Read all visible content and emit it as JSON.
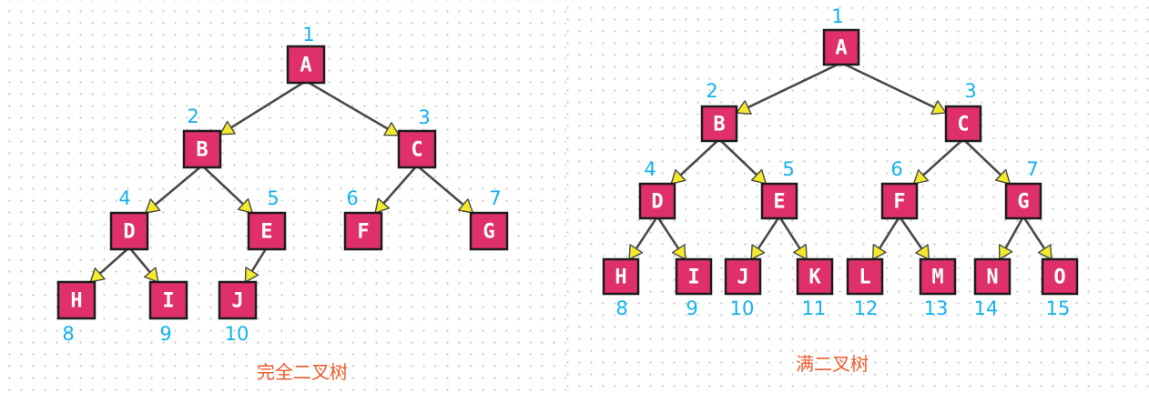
{
  "diagrams": [
    {
      "id": "complete",
      "caption": "完全二叉树",
      "nodes": [
        {
          "id": "A",
          "label": "A",
          "index": "1"
        },
        {
          "id": "B",
          "label": "B",
          "index": "2"
        },
        {
          "id": "C",
          "label": "C",
          "index": "3"
        },
        {
          "id": "D",
          "label": "D",
          "index": "4"
        },
        {
          "id": "E",
          "label": "E",
          "index": "5"
        },
        {
          "id": "F",
          "label": "F",
          "index": "6"
        },
        {
          "id": "G",
          "label": "G",
          "index": "7"
        },
        {
          "id": "H",
          "label": "H",
          "index": "8"
        },
        {
          "id": "I",
          "label": "I",
          "index": "9"
        },
        {
          "id": "J",
          "label": "J",
          "index": "10"
        }
      ],
      "edges": [
        [
          "A",
          "B"
        ],
        [
          "A",
          "C"
        ],
        [
          "B",
          "D"
        ],
        [
          "B",
          "E"
        ],
        [
          "C",
          "F"
        ],
        [
          "C",
          "G"
        ],
        [
          "D",
          "H"
        ],
        [
          "D",
          "I"
        ],
        [
          "E",
          "J"
        ]
      ]
    },
    {
      "id": "full",
      "caption": "满二叉树",
      "nodes": [
        {
          "id": "A",
          "label": "A",
          "index": "1"
        },
        {
          "id": "B",
          "label": "B",
          "index": "2"
        },
        {
          "id": "C",
          "label": "C",
          "index": "3"
        },
        {
          "id": "D",
          "label": "D",
          "index": "4"
        },
        {
          "id": "E",
          "label": "E",
          "index": "5"
        },
        {
          "id": "F",
          "label": "F",
          "index": "6"
        },
        {
          "id": "G",
          "label": "G",
          "index": "7"
        },
        {
          "id": "H",
          "label": "H",
          "index": "8"
        },
        {
          "id": "I",
          "label": "I",
          "index": "9"
        },
        {
          "id": "J",
          "label": "J",
          "index": "10"
        },
        {
          "id": "K",
          "label": "K",
          "index": "11"
        },
        {
          "id": "L",
          "label": "L",
          "index": "12"
        },
        {
          "id": "M",
          "label": "M",
          "index": "13"
        },
        {
          "id": "N",
          "label": "N",
          "index": "14"
        },
        {
          "id": "O",
          "label": "O",
          "index": "15"
        }
      ],
      "edges": [
        [
          "A",
          "B"
        ],
        [
          "A",
          "C"
        ],
        [
          "B",
          "D"
        ],
        [
          "B",
          "E"
        ],
        [
          "C",
          "F"
        ],
        [
          "C",
          "G"
        ],
        [
          "D",
          "H"
        ],
        [
          "D",
          "I"
        ],
        [
          "E",
          "J"
        ],
        [
          "E",
          "K"
        ],
        [
          "F",
          "L"
        ],
        [
          "F",
          "M"
        ],
        [
          "G",
          "N"
        ],
        [
          "G",
          "O"
        ]
      ]
    }
  ],
  "colors": {
    "node_fill": "#e0306a",
    "node_border": "#1c1c1c",
    "node_text": "#ffffff",
    "edge": "#4a4a4a",
    "arrowhead": "#f4ea2c",
    "index_number": "#12b3ee",
    "caption": "#ee5a2c"
  }
}
